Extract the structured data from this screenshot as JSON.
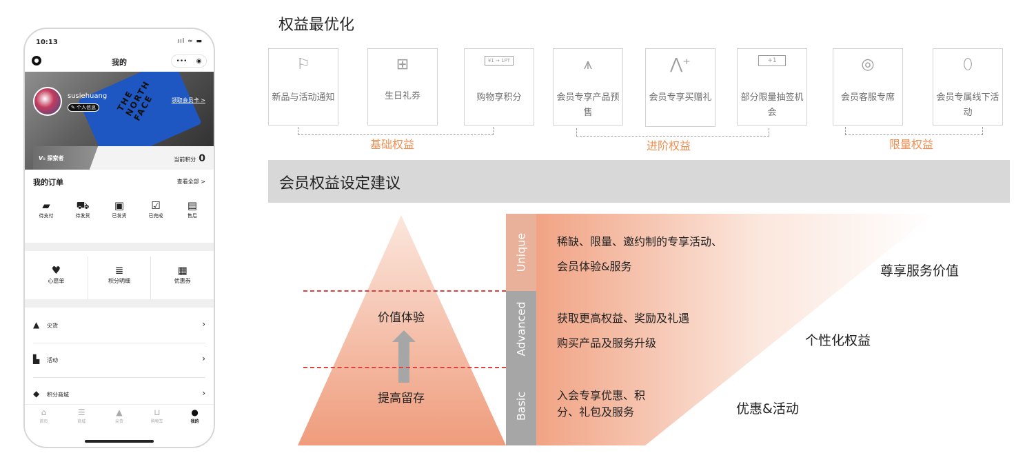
{
  "phone": {
    "status_time": "10:13",
    "status_icons": "ııl ≈ ▬",
    "nav_title": "我的",
    "capsule_dots": "•••",
    "capsule_target": "◉",
    "username": "susiehuang",
    "profile_tag": "✎ 个人信息",
    "get_card": "领取会员卡 >",
    "level": "探索者",
    "points_label": "当前积分",
    "points_value": "0",
    "orders_title": "我的订单",
    "orders_link": "查看全部 >",
    "order_items": [
      {
        "label": "待支付",
        "icon": "wallet-icon"
      },
      {
        "label": "待发货",
        "icon": "truck-icon"
      },
      {
        "label": "已发货",
        "icon": "box-icon"
      },
      {
        "label": "已完成",
        "icon": "check-box-icon"
      },
      {
        "label": "售后",
        "icon": "service-icon"
      }
    ],
    "shortcut_items": [
      {
        "label": "心愿单",
        "icon": "heart-icon"
      },
      {
        "label": "积分明细",
        "icon": "coins-icon"
      },
      {
        "label": "优惠券",
        "icon": "ticket-icon"
      }
    ],
    "list_items": [
      {
        "label": "尖货",
        "icon": "mountain-icon"
      },
      {
        "label": "活动",
        "icon": "flag-icon"
      },
      {
        "label": "积分商城",
        "icon": "gem-icon"
      }
    ],
    "tabs": [
      {
        "label": "首页",
        "icon": "home-icon"
      },
      {
        "label": "商城",
        "icon": "list-icon"
      },
      {
        "label": "尖货",
        "icon": "mountain-icon"
      },
      {
        "label": "购物车",
        "icon": "cart-icon"
      },
      {
        "label": "我的",
        "icon": "person-icon"
      }
    ]
  },
  "heading": "权益最优化",
  "benefit_cards": [
    {
      "label": "新品与活动通知",
      "icon": "flag-icon"
    },
    {
      "label": "生日礼券",
      "icon": "gift-icon"
    },
    {
      "label": "购物享积分",
      "icon": "ticket-icon",
      "tag": "¥1 → 1PT"
    },
    {
      "label": "会员专享产品预售",
      "icon": "jacket-icon"
    },
    {
      "label": "会员专享买赠礼",
      "icon": "mountain-plus-icon"
    },
    {
      "label": "部分限量抽签机会",
      "icon": "ticket-plus-icon",
      "tag": "+1"
    },
    {
      "label": "会员客服专席",
      "icon": "chat-check-icon"
    },
    {
      "label": "会员专属线下活动",
      "icon": "carabiner-icon"
    }
  ],
  "groups": [
    "基础权益",
    "进阶权益",
    "限量权益"
  ],
  "banner": "会员权益设定建议",
  "pyramid": {
    "top": "价值体验",
    "bottom": "提高留存"
  },
  "tiers": [
    {
      "name": "Unique",
      "color": "#e9b19a",
      "desc": [
        "稀缺、限量、邀约制的专享活动、",
        "会员体验&服务"
      ],
      "value": "尊享服务价值"
    },
    {
      "name": "Advanced",
      "color": "#a6a6a6",
      "desc": [
        "获取更高权益、奖励及礼遇",
        "购买产品及服务升级"
      ],
      "value": "个性化权益"
    },
    {
      "name": "Basic",
      "color": "#a6a6a6",
      "desc": [
        "入会专享优惠、积",
        "分、礼包及服务"
      ],
      "value": "优惠&活动"
    }
  ],
  "colors": {
    "accent": "#ef8d50",
    "dash": "#d8423f"
  }
}
